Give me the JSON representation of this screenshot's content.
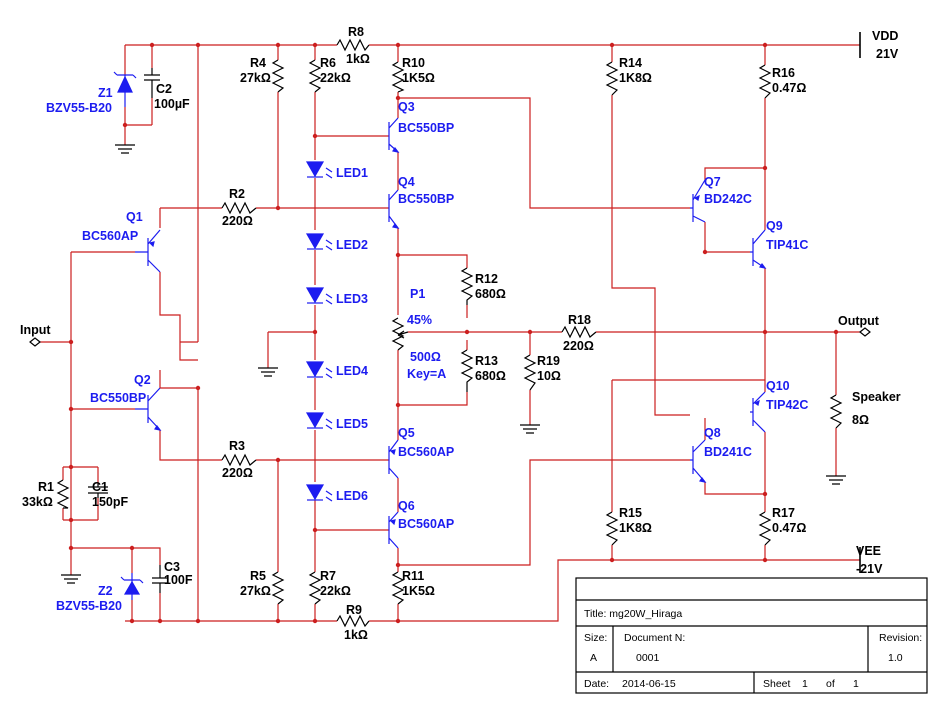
{
  "colors": {
    "wire": "#cc1f1f",
    "component": "#000000",
    "semi": "#1c1cf0",
    "junction": "#cc1f1f"
  },
  "power": {
    "vdd_name": "VDD",
    "vdd_value": "21V",
    "vee_name": "VEE",
    "vee_value": "-21V"
  },
  "ports": {
    "input": "Input",
    "output": "Output"
  },
  "speaker": {
    "label": "Speaker",
    "value": "8Ω"
  },
  "resistors": {
    "r1": {
      "ref": "R1",
      "value": "33kΩ"
    },
    "r2": {
      "ref": "R2",
      "value": "220Ω"
    },
    "r3": {
      "ref": "R3",
      "value": "220Ω"
    },
    "r4": {
      "ref": "R4",
      "value": "27kΩ"
    },
    "r5": {
      "ref": "R5",
      "value": "27kΩ"
    },
    "r6": {
      "ref": "R6",
      "value": "22kΩ"
    },
    "r7": {
      "ref": "R7",
      "value": "22kΩ"
    },
    "r8": {
      "ref": "R8",
      "value": "1kΩ"
    },
    "r9": {
      "ref": "R9",
      "value": "1kΩ"
    },
    "r10": {
      "ref": "R10",
      "value": "1K5Ω"
    },
    "r11": {
      "ref": "R11",
      "value": "1K5Ω"
    },
    "r12": {
      "ref": "R12",
      "value": "680Ω"
    },
    "r13": {
      "ref": "R13",
      "value": "680Ω"
    },
    "r14": {
      "ref": "R14",
      "value": "1K8Ω"
    },
    "r15": {
      "ref": "R15",
      "value": "1K8Ω"
    },
    "r16": {
      "ref": "R16",
      "value": "0.47Ω"
    },
    "r17": {
      "ref": "R17",
      "value": "0.47Ω"
    },
    "r18": {
      "ref": "R18",
      "value": "220Ω"
    },
    "r19": {
      "ref": "R19",
      "value": "10Ω"
    }
  },
  "capacitors": {
    "c1": {
      "ref": "C1",
      "value": "150pF"
    },
    "c2": {
      "ref": "C2",
      "value": "100µF"
    },
    "c3": {
      "ref": "C3",
      "value": "100F"
    }
  },
  "zeners": {
    "z1": {
      "ref": "Z1",
      "part": "BZV55-B20"
    },
    "z2": {
      "ref": "Z2",
      "part": "BZV55-B20"
    }
  },
  "transistors": {
    "q1": {
      "ref": "Q1",
      "part": "BC560AP"
    },
    "q2": {
      "ref": "Q2",
      "part": "BC550BP"
    },
    "q3": {
      "ref": "Q3",
      "part": "BC550BP"
    },
    "q4": {
      "ref": "Q4",
      "part": "BC550BP"
    },
    "q5": {
      "ref": "Q5",
      "part": "BC560AP"
    },
    "q6": {
      "ref": "Q6",
      "part": "BC560AP"
    },
    "q7": {
      "ref": "Q7",
      "part": "BD242C"
    },
    "q8": {
      "ref": "Q8",
      "part": "BD241C"
    },
    "q9": {
      "ref": "Q9",
      "part": "TIP41C"
    },
    "q10": {
      "ref": "Q10",
      "part": "TIP42C"
    }
  },
  "leds": [
    "LED1",
    "LED2",
    "LED3",
    "LED4",
    "LED5",
    "LED6"
  ],
  "pot": {
    "ref": "P1",
    "position": "45%",
    "value": "500Ω",
    "key": "Key=A"
  },
  "title_block": {
    "title": "Title: mg20W_Hiraga",
    "size_label": "Size:",
    "size_value": "A",
    "doc_label": "Document N:",
    "doc_value": "0001",
    "rev_label": "Revision:",
    "rev_value": "1.0",
    "date_label": "Date:",
    "date_value": "2014-06-15",
    "sheet_label": "Sheet",
    "sheet_num": "1",
    "of_label": "of",
    "sheet_total": "1"
  }
}
